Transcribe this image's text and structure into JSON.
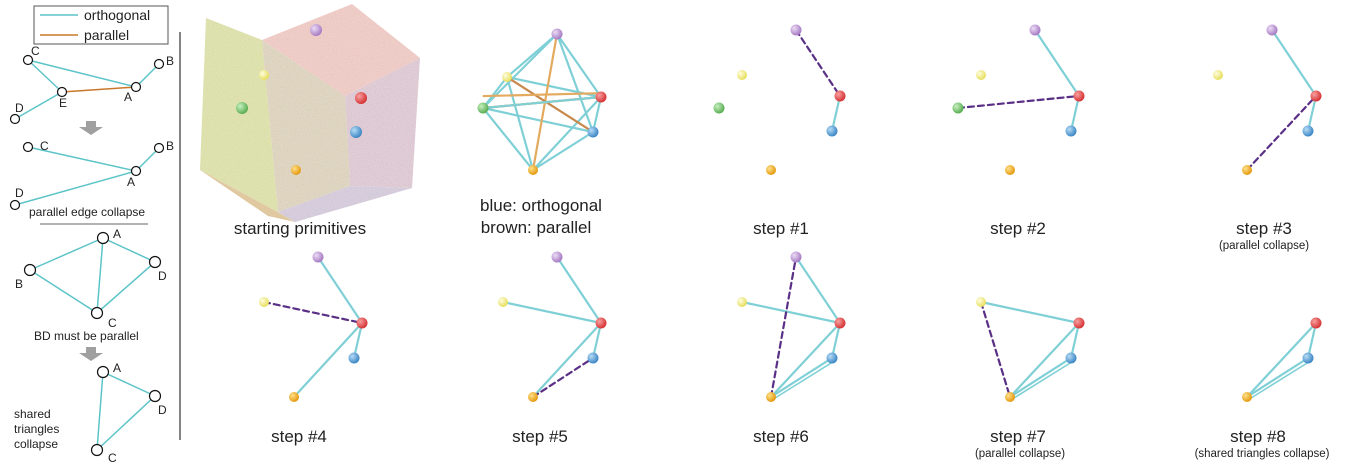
{
  "colors": {
    "orthogonal": "#5cc4c8",
    "parallel": "#c8782a",
    "dashed": "#5a2f86",
    "purple": "#b98ed3",
    "red": "#e5494b",
    "blue": "#5aa2d8",
    "yellow": "#f2ee80",
    "green": "#78c472",
    "orange": "#f0a820",
    "arrow": "#a0a0a0"
  },
  "legend": {
    "orthogonal": "orthogonal",
    "parallel": "parallel"
  },
  "left_panel": {
    "fig1": {
      "C": "C",
      "B": "B",
      "D": "D",
      "E": "E",
      "A": "A"
    },
    "fig2": {
      "C": "C",
      "B": "B",
      "D": "D",
      "A": "A",
      "caption": "parallel edge collapse"
    },
    "fig3": {
      "A": "A",
      "B": "B",
      "D": "D",
      "C": "C",
      "caption": "BD must be parallel"
    },
    "fig4": {
      "A": "A",
      "D": "D",
      "C": "C",
      "caption_lines": [
        "shared",
        "triangles",
        "collapse"
      ]
    }
  },
  "panels": {
    "start": {
      "caption": "starting primitives"
    },
    "graph": {
      "caption_line1": "blue: orthogonal",
      "caption_line2": "brown: parallel"
    },
    "step1": {
      "caption": "step #1",
      "sub": ""
    },
    "step2": {
      "caption": "step #2",
      "sub": ""
    },
    "step3": {
      "caption": "step #3",
      "sub": "(parallel collapse)"
    },
    "step4": {
      "caption": "step #4",
      "sub": ""
    },
    "step5": {
      "caption": "step #5",
      "sub": ""
    },
    "step6": {
      "caption": "step #6",
      "sub": ""
    },
    "step7": {
      "caption": "step #7",
      "sub": "(parallel collapse)"
    },
    "step8": {
      "caption": "step #8",
      "sub": "(shared triangles collapse)"
    }
  }
}
